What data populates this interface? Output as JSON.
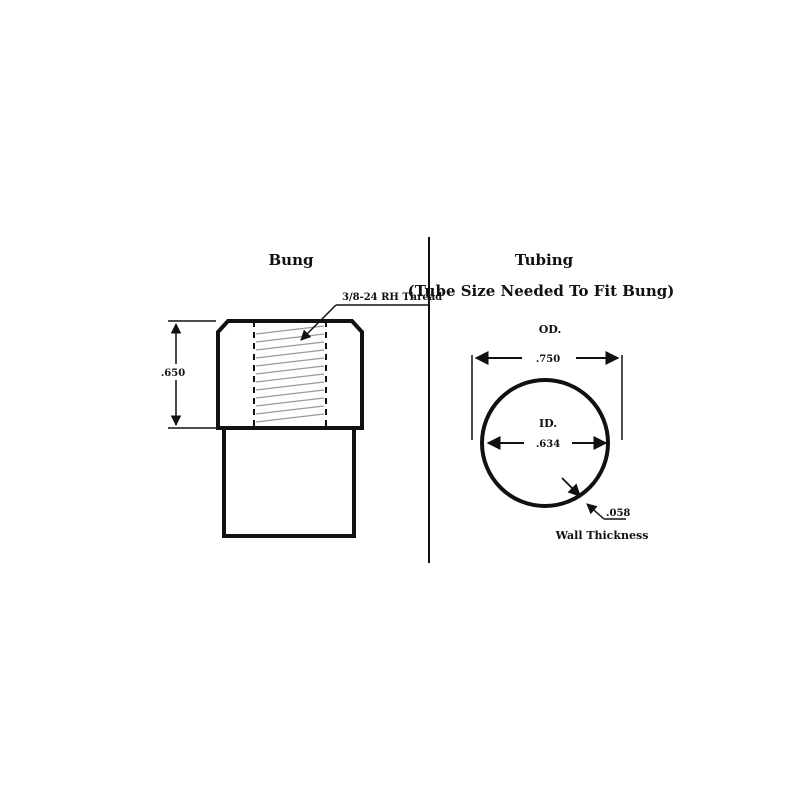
{
  "colors": {
    "ink": "#111111",
    "thread": "#9a9a9a",
    "background": "#ffffff"
  },
  "bung": {
    "title": "Bung",
    "thread_label": "3/8-24 RH Thread",
    "height_dim": ".650"
  },
  "tubing": {
    "title": "Tubing",
    "subtitle": "(Tube Size Needed To Fit Bung)",
    "od_label": "OD.",
    "od_value": ".750",
    "id_label": "ID.",
    "id_value": ".634",
    "wall_value": ".058",
    "wall_label": "Wall Thickness"
  }
}
